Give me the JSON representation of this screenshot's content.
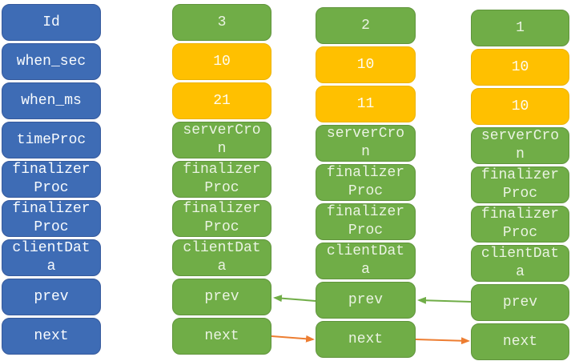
{
  "colors": {
    "field_blue": "#3e6cb5",
    "node_green": "#70ad47",
    "value_orange": "#ffc000",
    "arrow_green": "#70ad47",
    "arrow_orange": "#ed7d31"
  },
  "columns": [
    {
      "cells": [
        "Id",
        "when_sec",
        "when_ms",
        "timeProc",
        "finalizerProc",
        "finalizerProc",
        "clientData",
        "prev",
        "next"
      ]
    },
    {
      "cells": [
        "3",
        "10",
        "21",
        "serverCron",
        "finalizerProc",
        "finalizerProc",
        "clientData",
        "prev",
        "next"
      ]
    },
    {
      "cells": [
        "2",
        "10",
        "11",
        "serverCron",
        "finalizerProc",
        "finalizerProc",
        "clientData",
        "prev",
        "next"
      ]
    },
    {
      "cells": [
        "1",
        "10",
        "10",
        "serverCron",
        "finalizerProc",
        "finalizerProc",
        "clientData",
        "prev",
        "next"
      ]
    }
  ],
  "arrows": [
    {
      "kind": "prev",
      "from_node": "2",
      "to_node": "3",
      "color": "green"
    },
    {
      "kind": "prev",
      "from_node": "1",
      "to_node": "2",
      "color": "green"
    },
    {
      "kind": "next",
      "from_node": "3",
      "to_node": "2",
      "color": "orange"
    },
    {
      "kind": "next",
      "from_node": "2",
      "to_node": "1",
      "color": "orange"
    }
  ]
}
